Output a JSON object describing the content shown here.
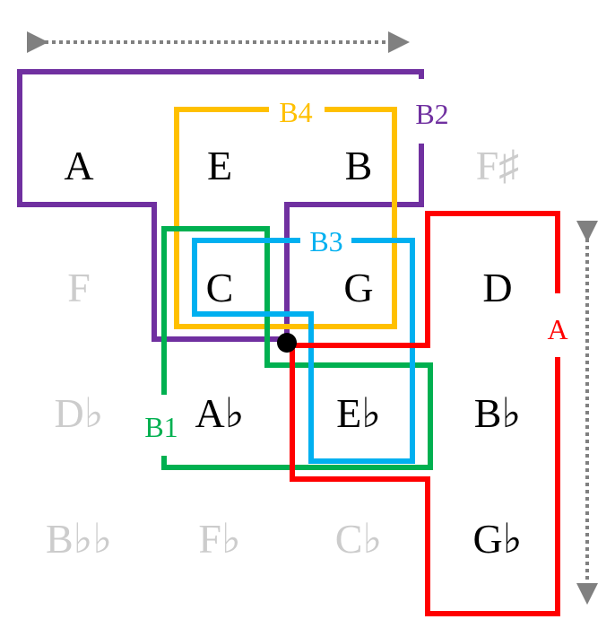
{
  "colors": {
    "purple": "#7030a0",
    "yellow": "#ffc000",
    "green": "#00b050",
    "cyan": "#00b0f0",
    "red": "#ff0000",
    "faded": "#cccccc",
    "arrow": "#808080",
    "text": "#000000"
  },
  "notes": [
    {
      "text": "A",
      "active": true
    },
    {
      "text": "E",
      "active": true
    },
    {
      "text": "B",
      "active": true
    },
    {
      "text": "F♯",
      "active": false
    },
    {
      "text": "F",
      "active": false
    },
    {
      "text": "C",
      "active": true
    },
    {
      "text": "G",
      "active": true
    },
    {
      "text": "D",
      "active": true
    },
    {
      "text": "D♭",
      "active": false
    },
    {
      "text": "A♭",
      "active": true
    },
    {
      "text": "E♭",
      "active": true
    },
    {
      "text": "B♭",
      "active": true
    },
    {
      "text": "B♭♭",
      "active": false
    },
    {
      "text": "F♭",
      "active": false
    },
    {
      "text": "C♭",
      "active": false
    },
    {
      "text": "G♭",
      "active": true
    }
  ],
  "regions": {
    "b1": "B1",
    "b2": "B2",
    "b3": "B3",
    "b4": "B4",
    "a": "A"
  }
}
